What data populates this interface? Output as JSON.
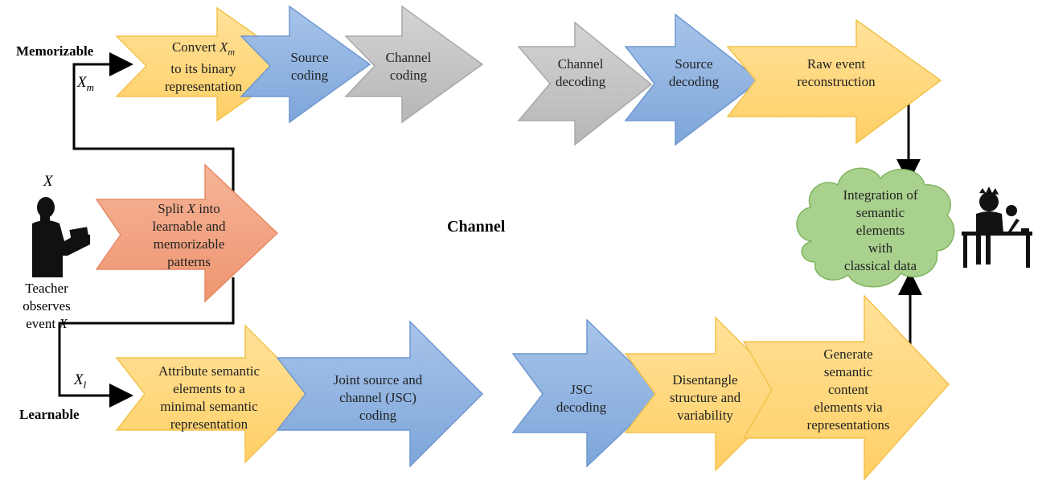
{
  "labels": {
    "memorizable": "Memorizable",
    "learnable": "Learnable",
    "x_m_branch": "X_m",
    "x_l_branch": "X_l",
    "event": "X",
    "teacher_line1": "Teacher observes",
    "teacher_line2": "event X",
    "channel": "Channel"
  },
  "arrows": {
    "convert": "Convert X_m to its binary representation",
    "source_coding": "Source coding",
    "channel_coding": "Channel coding",
    "channel_decoding": "Channel decoding",
    "source_decoding": "Source decoding",
    "raw_event": "Raw event reconstruction",
    "split": "Split X into learnable and memorizable patterns",
    "attribute": "Attribute semantic elements to a minimal semantic representation",
    "jsc_coding": "Joint source and channel (JSC) coding",
    "jsc_decoding": "JSC decoding",
    "disentangle": "Disentangle structure and variability",
    "generate": "Generate semantic content elements via representations"
  },
  "cloud": {
    "text": "Integration of semantic elements with classical data"
  },
  "colors": {
    "yellow": "#FFD57A",
    "yellow_stroke": "#F2C24B",
    "blue": "#8FB3E0",
    "blue_stroke": "#6F98CF",
    "gray": "#C4C4C4",
    "gray_stroke": "#A8A8A8",
    "salmon": "#F2A482",
    "salmon_stroke": "#E58A66",
    "cloud_fill": "#A9D18E",
    "cloud_stroke": "#7FB45E"
  },
  "icons": [
    "teacher-silhouette-icon",
    "student-at-desk-icon"
  ]
}
